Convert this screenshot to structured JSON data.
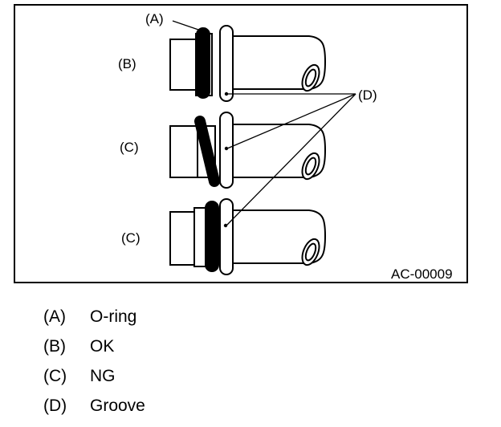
{
  "figure": {
    "callouts": {
      "a": "(A)",
      "b": "(B)",
      "c_top": "(C)",
      "c_bottom": "(C)",
      "d": "(D)"
    },
    "code": "AC-00009"
  },
  "legend": [
    {
      "key": "(A)",
      "text": "O-ring"
    },
    {
      "key": "(B)",
      "text": "OK"
    },
    {
      "key": "(C)",
      "text": "NG"
    },
    {
      "key": "(D)",
      "text": "Groove"
    }
  ]
}
